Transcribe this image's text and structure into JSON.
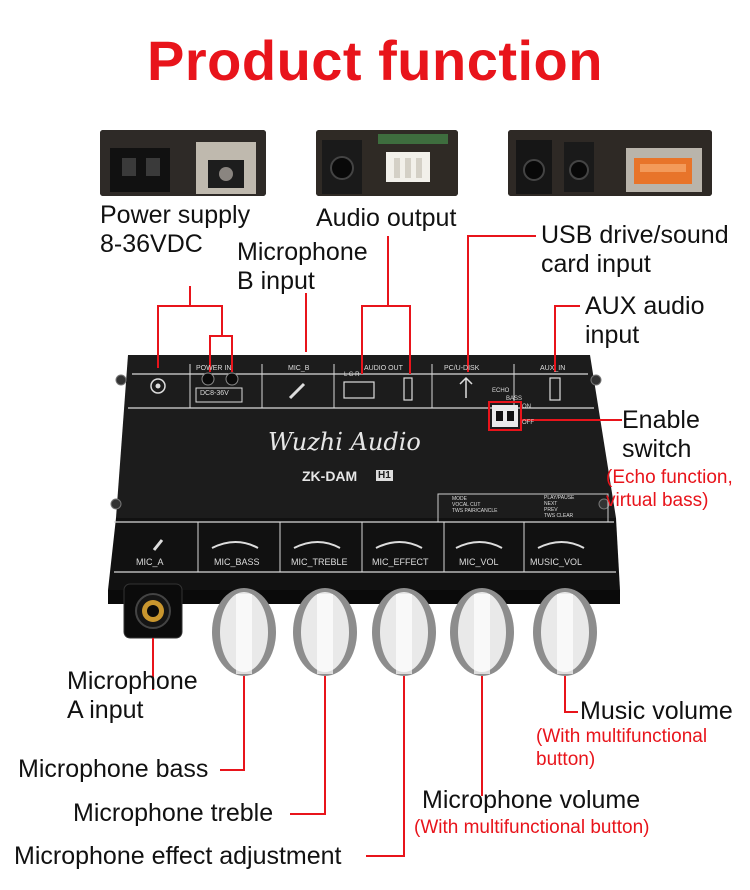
{
  "title": "Product function",
  "labels": {
    "power_supply_1": "Power supply",
    "power_supply_2": "8-36VDC",
    "audio_output": "Audio output",
    "mic_b_1": "Microphone",
    "mic_b_2": "B input",
    "usb_1": "USB drive/sound",
    "usb_2": "card input",
    "aux_1": "AUX audio",
    "aux_2": "input",
    "enable_1": "Enable",
    "enable_2": "switch",
    "enable_note_1": "(Echo function,",
    "enable_note_2": "virtual bass)",
    "mic_a_1": "Microphone",
    "mic_a_2": "A input",
    "mic_bass": "Microphone bass",
    "mic_treble": "Microphone treble",
    "mic_effect": "Microphone effect adjustment",
    "music_volume": "Music volume",
    "music_note_1": "(With multifunctional",
    "music_note_2": "button)",
    "mic_volume": "Microphone volume",
    "mic_volume_note": "(With multifunctional button)"
  },
  "device": {
    "brand": "Wuzhi Audio",
    "model": "ZK-DAM",
    "model_badge": "H1",
    "top_panel": [
      "POWER IN",
      "MIC_B",
      "AUDIO OUT",
      "PC/U-DISK",
      "AUX_IN"
    ],
    "power_rating": "DC8-36V",
    "audio_out_pins": "L G R",
    "switch_labels": [
      "ECHO",
      "BASS",
      "ON",
      "OFF"
    ],
    "mic_vol_menu": [
      "MODE",
      "VOCAL CUT",
      "TWS PAIR/CANCLE"
    ],
    "music_vol_menu": [
      "PLAY/PAUSE",
      "NEXT",
      "PREV",
      "TWS CLEAR"
    ],
    "knob_labels": [
      "MIC_A",
      "MIC_BASS",
      "MIC_TREBLE",
      "MIC_EFFECT",
      "MIC_VOL",
      "MUSIC_VOL"
    ]
  },
  "colors": {
    "title_red": "#e8141b",
    "callout_red": "#e8141b",
    "device_black": "#1a1a1a",
    "device_line": "#d8d8d8"
  }
}
